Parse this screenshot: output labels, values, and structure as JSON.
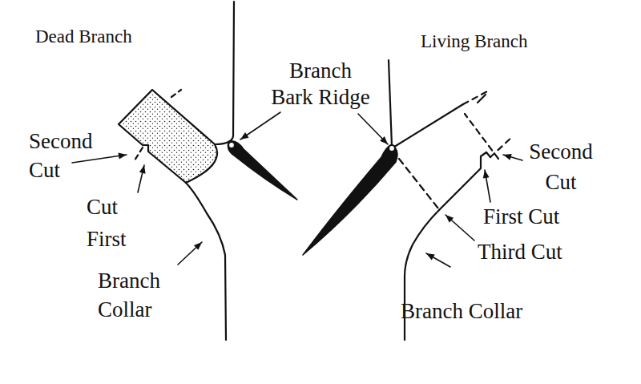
{
  "diagram": {
    "labels": [
      "Dead Branch",
      "Branch Bark Ridge",
      "Second Cut",
      "Cut First",
      "Branch Collar",
      "Living Branch",
      "Second Cut",
      "First Cut",
      "Third Cut",
      "Branch Collar"
    ]
  }
}
